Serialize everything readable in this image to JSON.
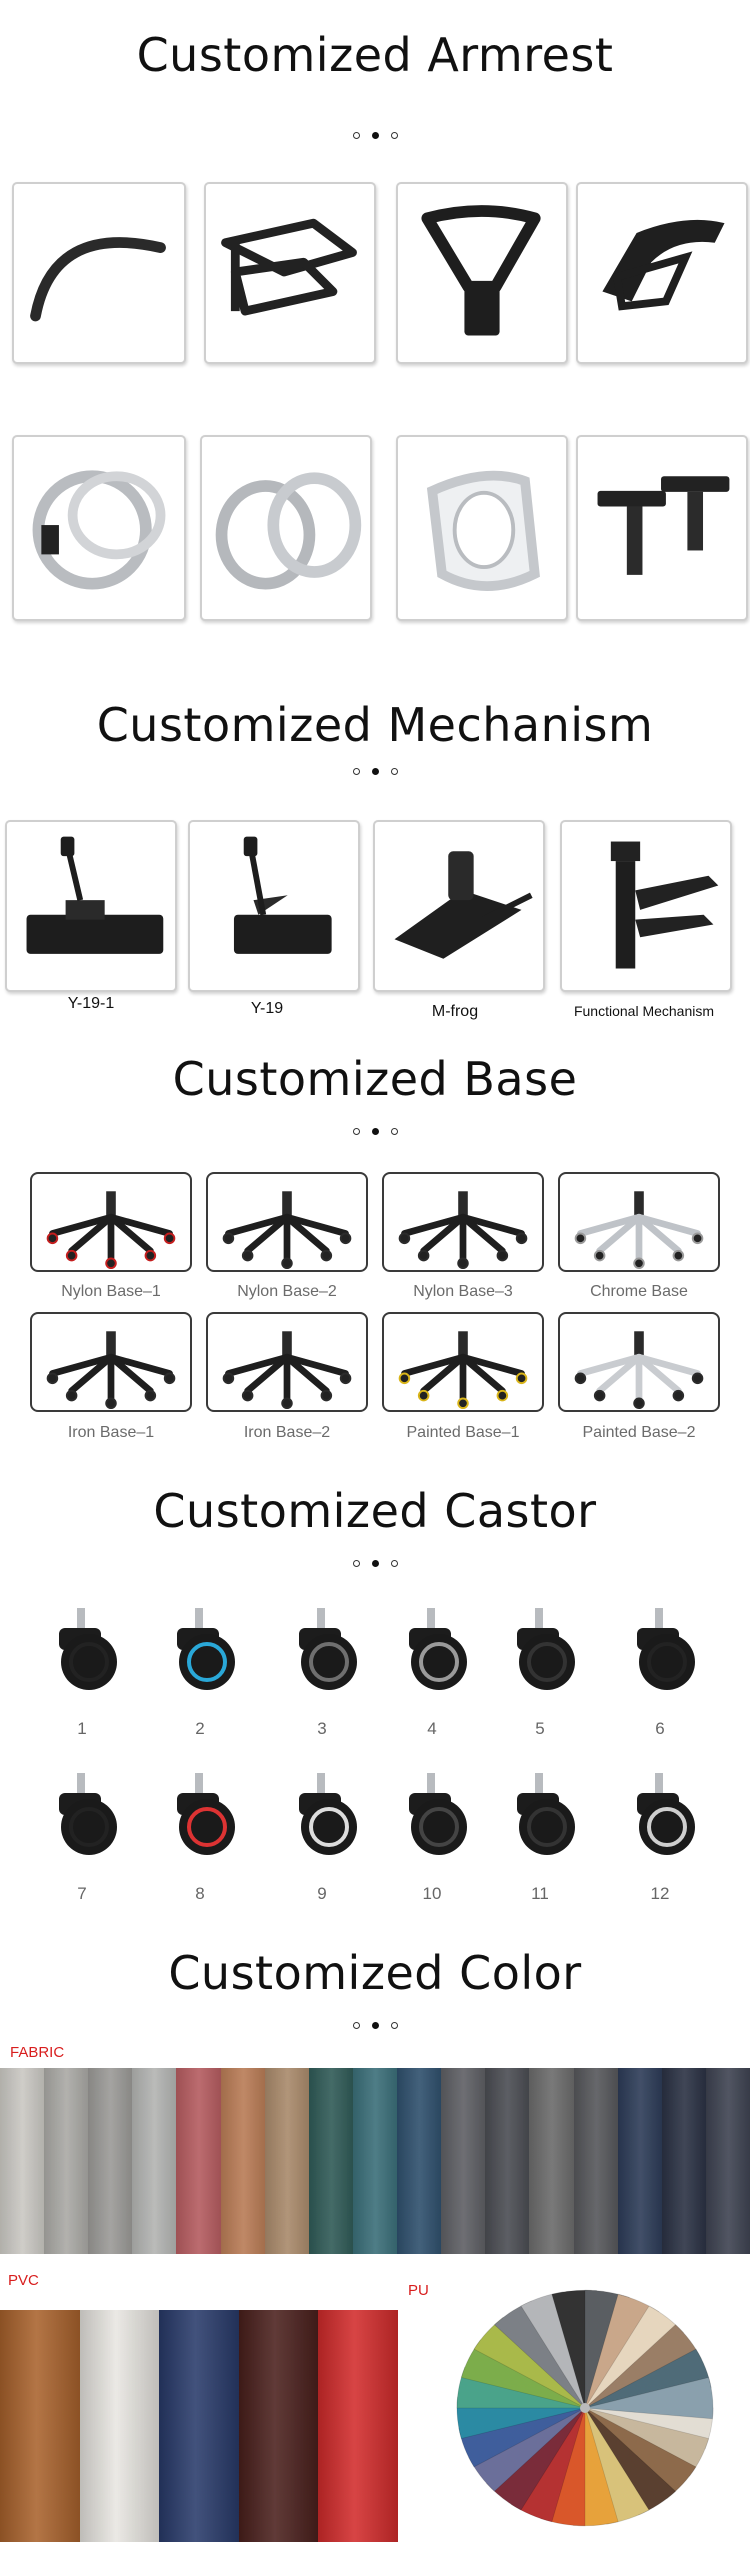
{
  "armrest": {
    "title": "Customized Armrest"
  },
  "mechanism": {
    "title": "Customized Mechanism",
    "items": [
      "Y-19-1",
      "Y-19",
      "M-frog",
      "Functional Mechanism"
    ]
  },
  "base": {
    "title": "Customized Base",
    "items": [
      "Nylon Base–1",
      "Nylon Base–2",
      "Nylon Base–3",
      "Chrome Base",
      "Iron Base–1",
      "Iron Base–2",
      "Painted Base–1",
      "Painted Base–2"
    ]
  },
  "castor": {
    "title": "Customized Castor",
    "items": [
      "1",
      "2",
      "3",
      "4",
      "5",
      "6",
      "7",
      "8",
      "9",
      "10",
      "11",
      "12"
    ]
  },
  "color": {
    "title": "Customized Color",
    "fabric_label": "FABRIC",
    "pvc_label": "PVC",
    "pu_label": "PU",
    "fabric_swatches": [
      "#c9c7c2",
      "#a9a8a4",
      "#9a9996",
      "#b2b3b1",
      "#b45b5f",
      "#b87b55",
      "#a8896a",
      "#2f5a56",
      "#3a6e78",
      "#2e4f6c",
      "#5d5e63",
      "#4a4c52",
      "#6a6a6a",
      "#55565a",
      "#2c3b57",
      "#2a3143",
      "#3d4250"
    ],
    "pvc_swatches": [
      "#a9622c",
      "#e8e6e1",
      "#283a6a",
      "#4a1f1c",
      "#d22b2b"
    ],
    "accent_red": "#d81e1e"
  }
}
